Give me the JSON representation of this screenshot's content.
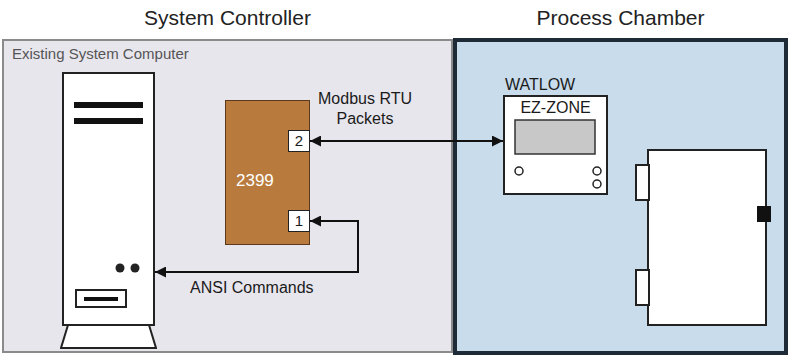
{
  "diagram": {
    "nodes": [
      {
        "text": [
          "System Controller"
        ]
      },
      {
        "text": [
          "Existing System Computer"
        ],
        "in": 0
      },
      {
        "text": [
          "2399"
        ],
        "in": 0
      },
      {
        "text": [
          "2"
        ],
        "in": 2
      },
      {
        "text": [
          "1"
        ],
        "in": 2
      },
      {
        "text": [
          "Process Chamber"
        ]
      },
      {
        "text": [
          "WATLOW",
          "EZ-ZONE"
        ],
        "in": 5
      }
    ],
    "edges": [
      {
        "from": 3,
        "to": 6,
        "label": "Modbus RTU Packets",
        "arrow": "both"
      },
      {
        "from": 4,
        "to": 1,
        "label": "ANSI Commands",
        "arrow": "both"
      }
    ]
  }
}
